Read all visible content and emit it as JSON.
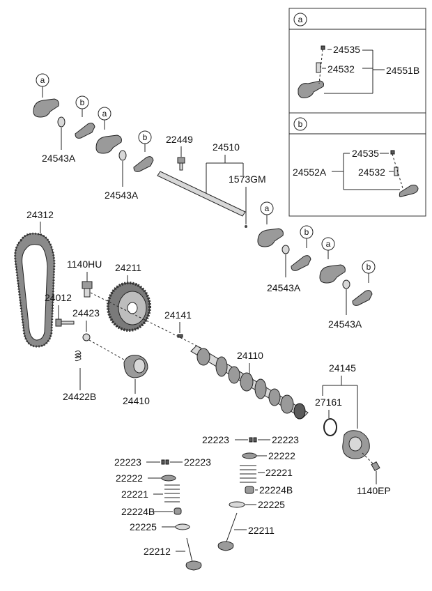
{
  "callouts": {
    "a": "a",
    "b": "b"
  },
  "detail_a": {
    "title": "a",
    "labels": [
      "24535",
      "24532",
      "24551B"
    ]
  },
  "detail_b": {
    "title": "b",
    "labels": [
      "24535",
      "24552A",
      "24532"
    ]
  },
  "parts": {
    "rocker_ring": "24543A",
    "bolt_22449": "22449",
    "shaft": "24510",
    "plug": "1573GM",
    "belt": "24312",
    "bolt_1140HU": "1140HU",
    "sprocket": "24211",
    "stud": "24012",
    "washer": "24423",
    "key": "24141",
    "spring_tensioner": "24422B",
    "tensioner": "24410",
    "camshaft": "24110",
    "housing": "24145",
    "oring": "27161",
    "bolt_1140EP": "1140EP",
    "retainer_lock": "22223",
    "retainer": "22222",
    "valve_spring": "22221",
    "seal": "22224B",
    "spring_seat": "22225",
    "exhaust_valve": "22211",
    "intake_valve": "22212"
  }
}
